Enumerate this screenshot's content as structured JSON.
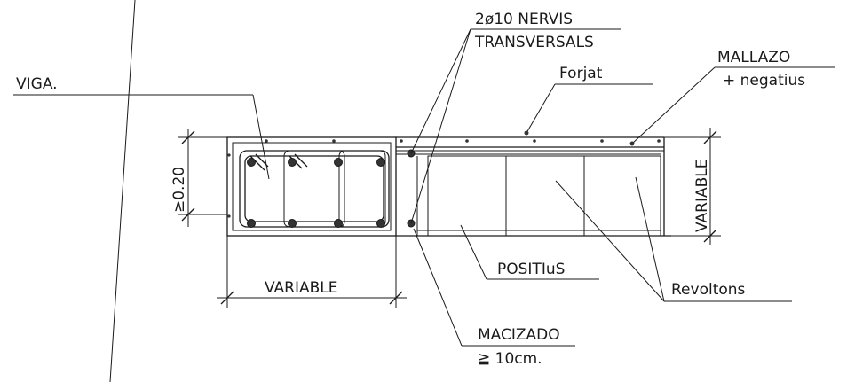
{
  "labels": {
    "nervis_line1": "2ø10  NERVIS",
    "nervis_line2": "TRANSVERSALS",
    "mallazo_line1": "MALLAZO",
    "mallazo_line2": "+  negatius",
    "forjat": "Forjat",
    "viga": "VIGA.",
    "height_dim": "≥0.20",
    "variable_right": "VARIABLE",
    "variable_bottom": "VARIABLE",
    "positius": "POSITIuS",
    "revoltons": "Revoltons",
    "macizado_line1": "MACIZADO",
    "macizado_line2": "≧ 10cm."
  },
  "colors": {
    "line": "#1a1a1a",
    "background": "#ffffff"
  }
}
